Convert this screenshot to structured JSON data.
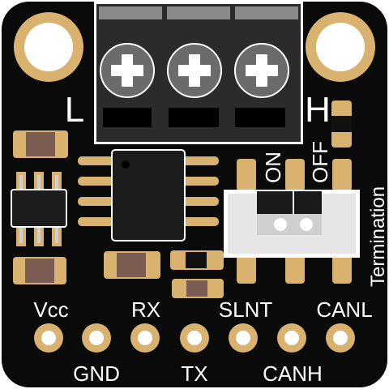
{
  "board": {
    "colors": {
      "pcb": "#0a0a0a",
      "silkscreen": "#ffffff",
      "gold": "#d8b26e",
      "terminal_body": "#2b2b2b",
      "terminal_top": "#8a8a8a",
      "screw": "#6b6b6b",
      "chip": "#1c1c1c",
      "switch_body": "#e6e6e6",
      "resistor_body": "#7a5c52"
    },
    "terminal_labels": {
      "left": "L",
      "right": "H"
    },
    "switch": {
      "on_label": "ON",
      "off_label": "OFF",
      "side_label": "Termination",
      "position": "ON"
    },
    "pins_top": [
      {
        "label": "Vcc"
      },
      {
        "label": "RX"
      },
      {
        "label": "SLNT"
      },
      {
        "label": "CANL"
      }
    ],
    "pins_bottom": [
      {
        "label": "GND"
      },
      {
        "label": "TX"
      },
      {
        "label": "CANH"
      }
    ],
    "icons": {
      "mounting_hole": "mounting-hole-icon",
      "screw": "screw-icon",
      "pad": "solder-pad-icon"
    }
  }
}
